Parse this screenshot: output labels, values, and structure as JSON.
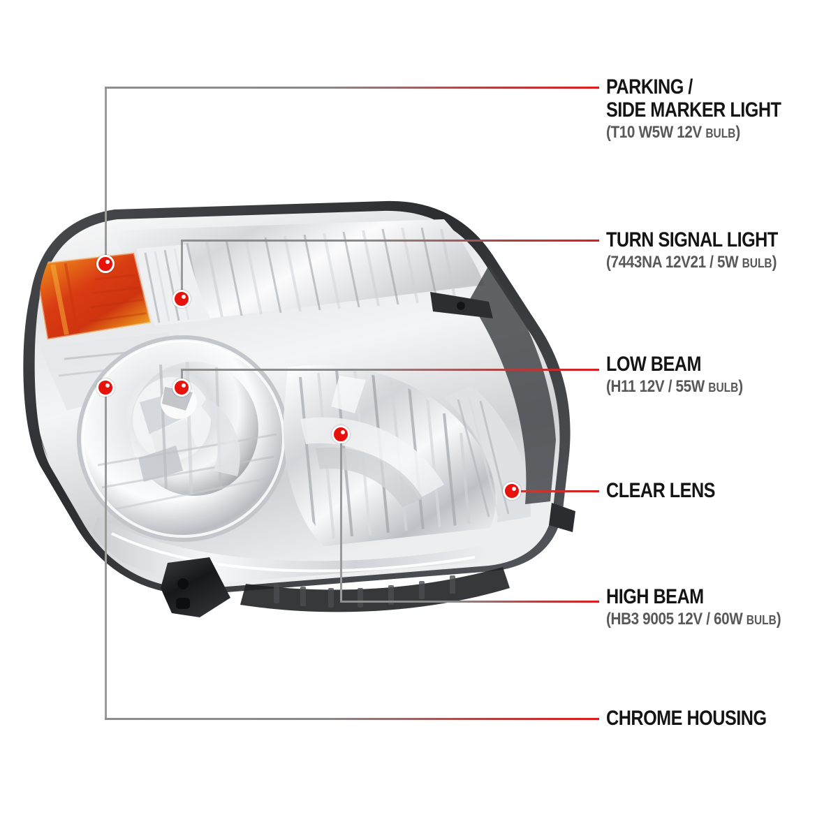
{
  "diagram": {
    "product": "Chrome Headlight Assembly",
    "marker_color": "#e8120c",
    "leader_color_start": "#8e8e8e",
    "leader_color_end": "#e01b1b"
  },
  "callouts": [
    {
      "id": "parking-side-marker",
      "title_line1": "PARKING /",
      "title_line2": "SIDE MARKER LIGHT",
      "spec_open": "(",
      "spec_main": "T10  W5W  12V ",
      "spec_small": "BULB",
      "spec_close": ")"
    },
    {
      "id": "turn-signal",
      "title_line1": "TURN SIGNAL LIGHT",
      "spec_open": "(",
      "spec_main": "7443NA  12V21 / 5W ",
      "spec_small": "BULB",
      "spec_close": ")"
    },
    {
      "id": "low-beam",
      "title_line1": "LOW BEAM",
      "spec_open": "(",
      "spec_main": "H11  12V / 55W ",
      "spec_small": "BULB",
      "spec_close": ")"
    },
    {
      "id": "clear-lens",
      "title_line1": "CLEAR LENS"
    },
    {
      "id": "high-beam",
      "title_line1": "HIGH BEAM",
      "spec_open": "(",
      "spec_main": "HB3  9005  12V / 60W ",
      "spec_small": "BULB",
      "spec_close": ")"
    },
    {
      "id": "chrome-housing",
      "title_line1": "CHROME HOUSING"
    }
  ]
}
